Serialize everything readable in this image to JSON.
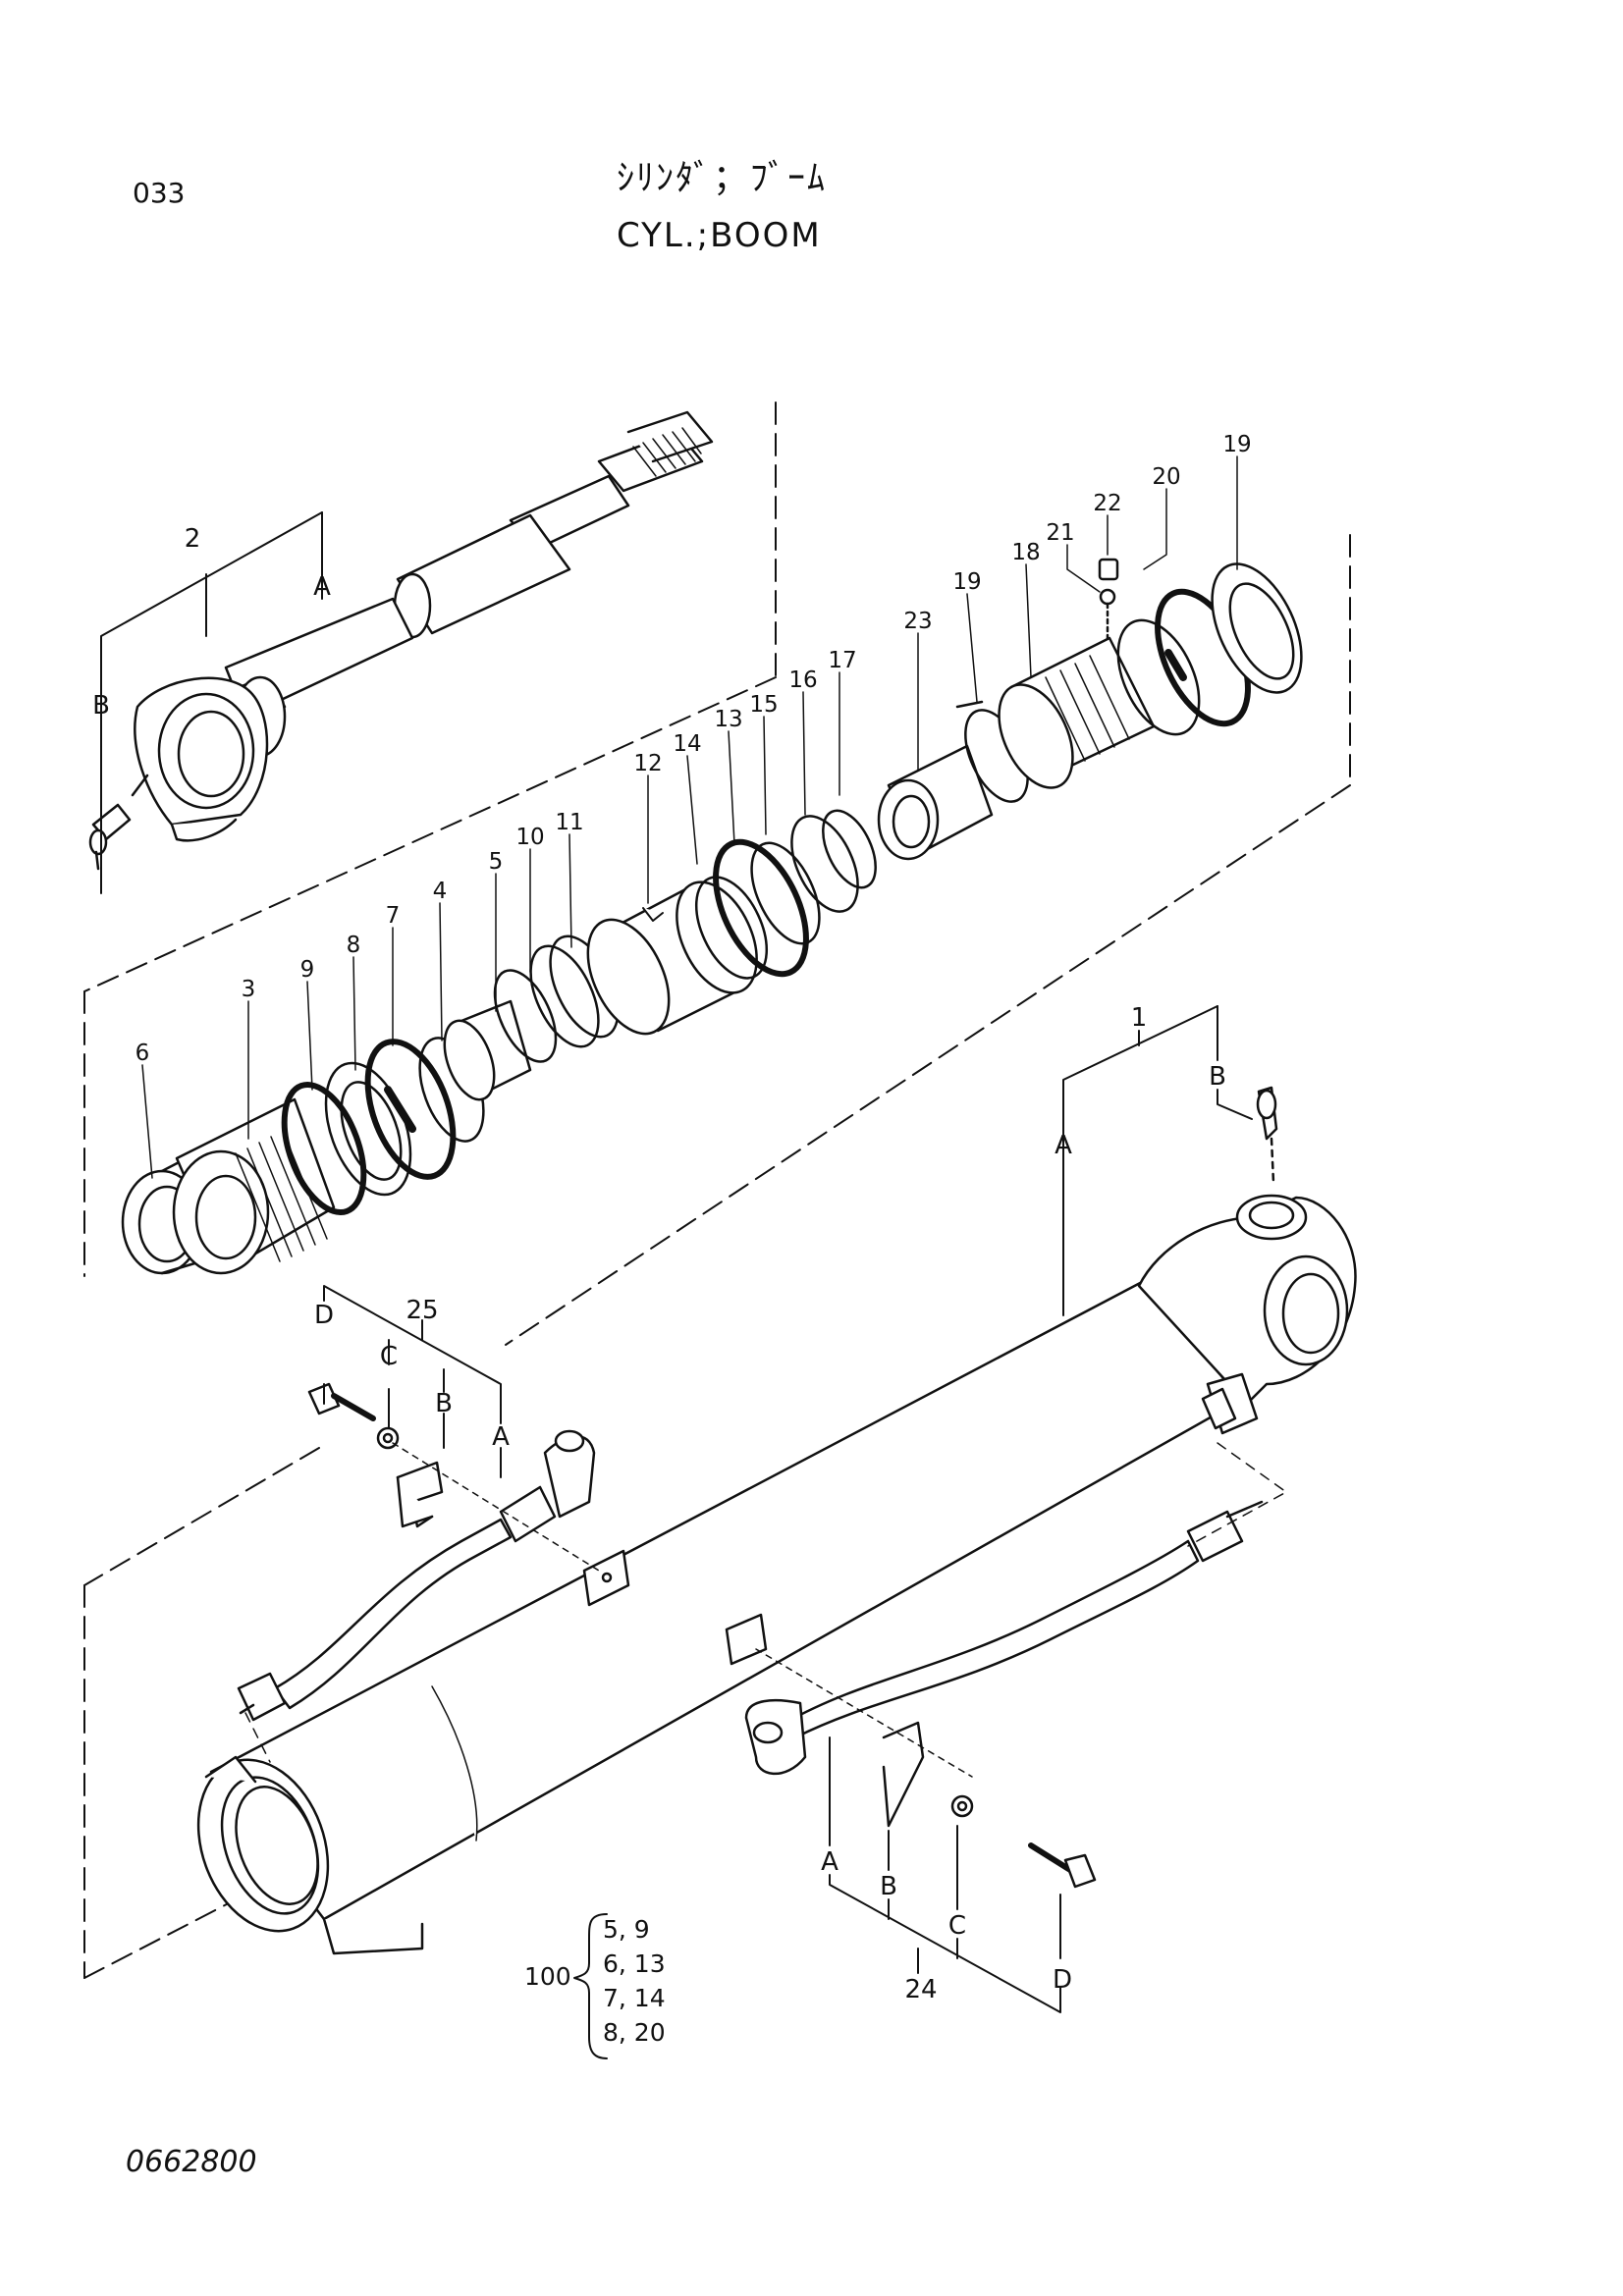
{
  "header": {
    "page_number": "033",
    "title_jp": "ｼﾘﾝﾀﾞ；ﾌﾞｰﾑ",
    "title_en": "CYL.;BOOM"
  },
  "footer": {
    "drawing_number": "0662800"
  },
  "callouts": {
    "p1": "1",
    "p2": "2",
    "p3": "3",
    "p4": "4",
    "p5": "5",
    "p6": "6",
    "p7": "7",
    "p8": "8",
    "p9": "9",
    "p10": "10",
    "p11": "11",
    "p12": "12",
    "p13": "13",
    "p14": "14",
    "p15": "15",
    "p16": "16",
    "p17": "17",
    "p18": "18",
    "p19a": "19",
    "p19b": "19",
    "p20": "20",
    "p21": "21",
    "p22": "22",
    "p23": "23",
    "p24": "24",
    "p25": "25"
  },
  "letters": {
    "rod_a": "A",
    "rod_b": "B",
    "tube_a": "A",
    "tube_b": "B",
    "k25_a": "A",
    "k25_b": "B",
    "k25_c": "C",
    "k25_d": "D",
    "k24_a": "A",
    "k24_b": "B",
    "k24_c": "C",
    "k24_d": "D"
  },
  "seal_kit": {
    "label": "100",
    "rows": [
      "5,  9",
      "6, 13",
      "7, 14",
      "8, 20"
    ]
  }
}
